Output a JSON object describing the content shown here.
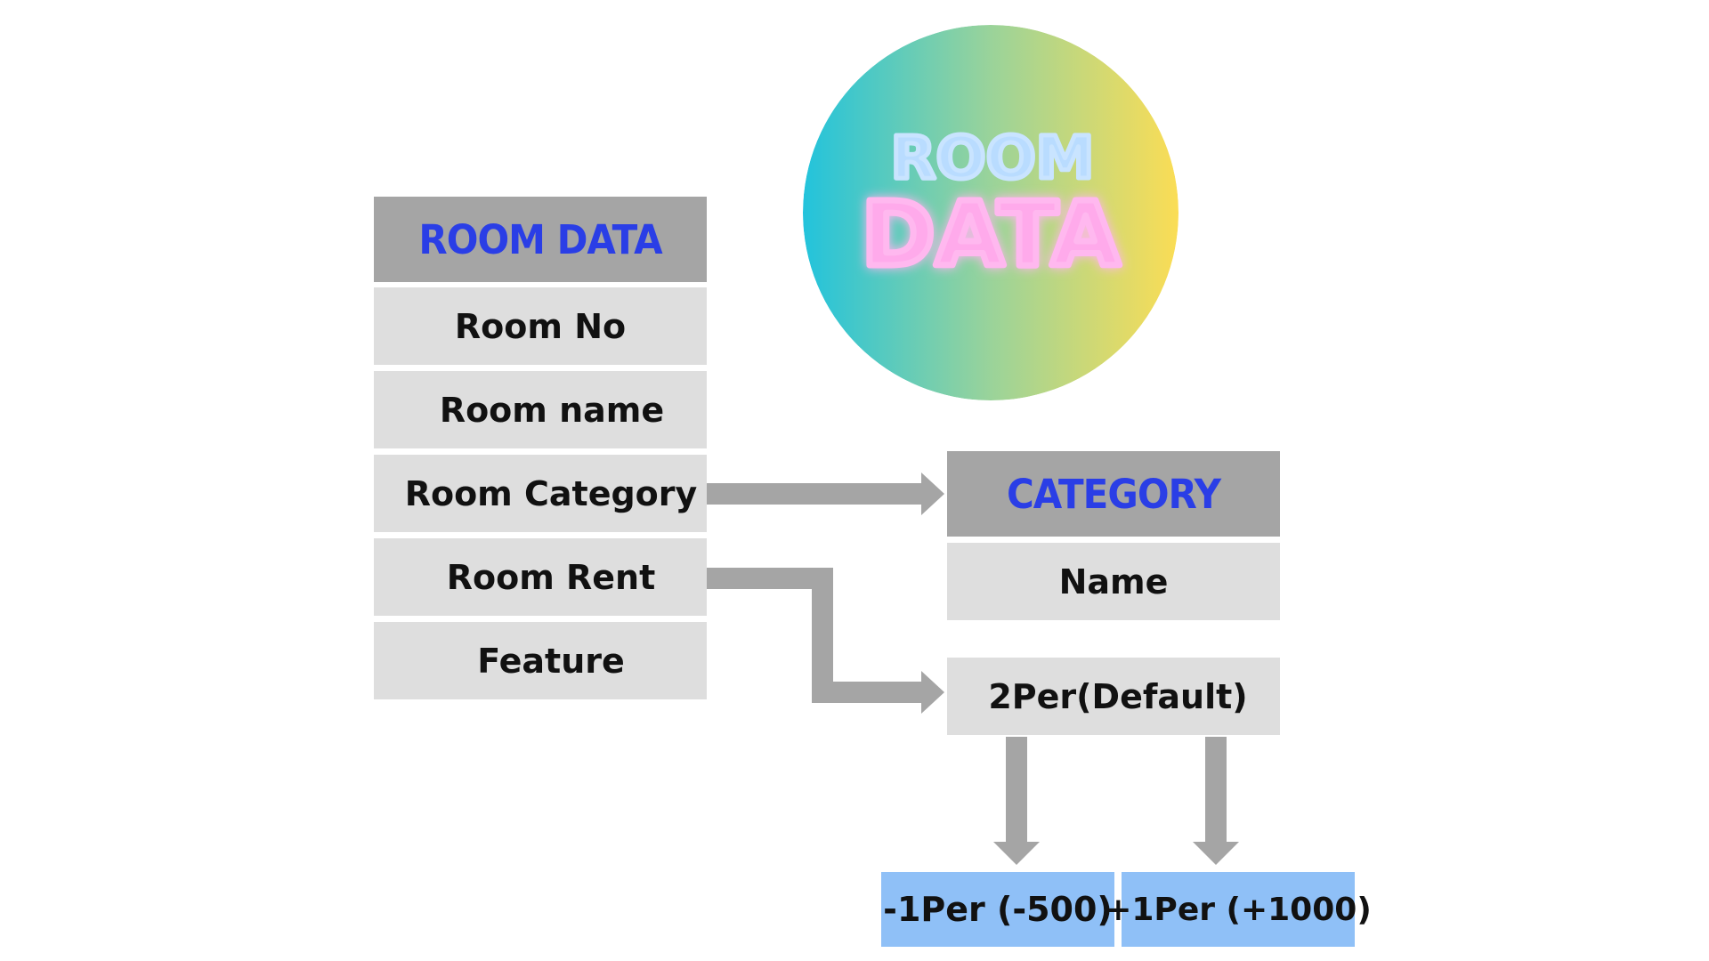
{
  "logo": {
    "line1": "ROOM",
    "line2": "DATA",
    "gradient": [
      "#22c3dc",
      "#9ad39a",
      "#fbdd55"
    ],
    "line1_color": "#b9dcff",
    "line2_color": "#ffaaeb",
    "glow_color": "#ff5fd2"
  },
  "room_table": {
    "header": "ROOM DATA",
    "rows": [
      "Room No",
      "Room name",
      "Room Category",
      "Room Rent",
      "Feature"
    ]
  },
  "category_table": {
    "header": "CATEGORY",
    "rows": [
      "Name"
    ]
  },
  "default_box": "2Per(Default)",
  "options": [
    "-1Per (-500)",
    "+1Per (+1000)"
  ],
  "colors": {
    "header_bg": "#a5a5a5",
    "header_text": "#2a3ee6",
    "row_bg": "#dedede",
    "option_bg": "#8fc0f7",
    "arrow": "#a5a5a5"
  }
}
